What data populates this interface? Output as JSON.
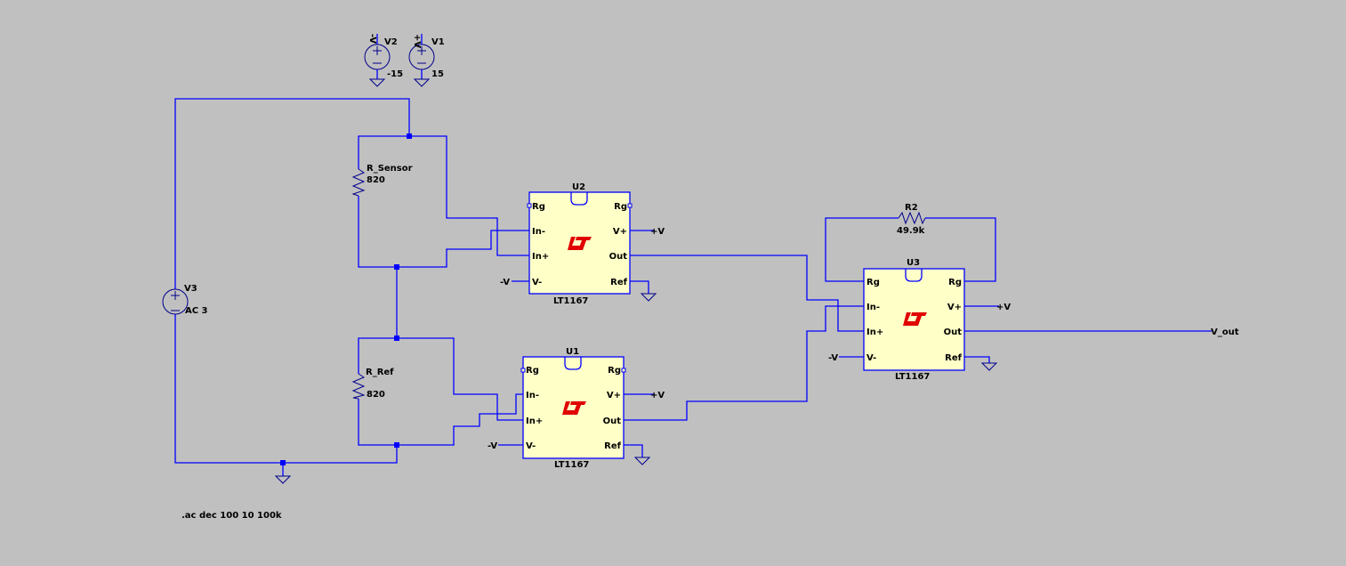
{
  "schematic": {
    "background_color": "#c0c0c0",
    "wire_color": "#0000ff",
    "chip_fill": "#ffffc8",
    "logo_color": "#e00000",
    "voltage_sources": [
      {
        "ref": "V2",
        "value": "-15",
        "net_label": "-V"
      },
      {
        "ref": "V1",
        "value": "15",
        "net_label": "+V"
      },
      {
        "ref": "V3",
        "value": "AC 3"
      }
    ],
    "resistors": [
      {
        "ref": "R_Sensor",
        "value": "820"
      },
      {
        "ref": "R_Ref",
        "value": "820"
      },
      {
        "ref": "R2",
        "value": "49.9k"
      }
    ],
    "amplifiers": [
      {
        "ref": "U2",
        "part": "LT1167",
        "pins": {
          "rg_left": "Rg",
          "rg_right": "Rg",
          "in_minus": "In-",
          "in_plus": "In+",
          "v_minus": "V-",
          "v_plus": "V+",
          "out": "Out",
          "ref": "Ref"
        },
        "v_plus_net": "+V",
        "v_minus_net": "-V"
      },
      {
        "ref": "U1",
        "part": "LT1167",
        "pins": {
          "rg_left": "Rg",
          "rg_right": "Rg",
          "in_minus": "In-",
          "in_plus": "In+",
          "v_minus": "V-",
          "v_plus": "V+",
          "out": "Out",
          "ref": "Ref"
        },
        "v_plus_net": "+V",
        "v_minus_net": "-V"
      },
      {
        "ref": "U3",
        "part": "LT1167",
        "pins": {
          "rg_left": "Rg",
          "rg_right": "Rg",
          "in_minus": "In-",
          "in_plus": "In+",
          "v_minus": "V-",
          "v_plus": "V+",
          "out": "Out",
          "ref": "Ref"
        },
        "v_plus_net": "+V",
        "v_minus_net": "-V"
      }
    ],
    "output_net": "V_out",
    "directive": ".ac dec 100 10 100k"
  }
}
